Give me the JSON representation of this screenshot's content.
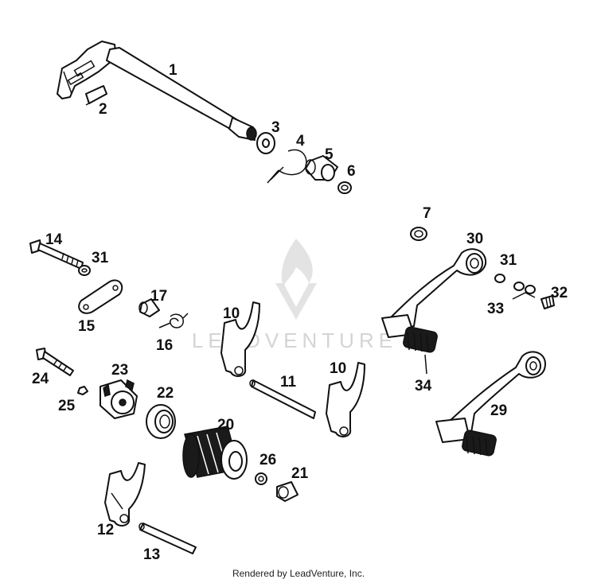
{
  "watermark": {
    "text": "LEADVENTURE"
  },
  "footer": {
    "text": "Rendered by LeadVenture, Inc."
  },
  "parts": [
    {
      "id": "1"
    },
    {
      "id": "2"
    },
    {
      "id": "3"
    },
    {
      "id": "4"
    },
    {
      "id": "5"
    },
    {
      "id": "6"
    },
    {
      "id": "7"
    },
    {
      "id": "30"
    },
    {
      "id": "31"
    },
    {
      "id": "32"
    },
    {
      "id": "33"
    },
    {
      "id": "34"
    },
    {
      "id": "29"
    },
    {
      "id": "14"
    },
    {
      "id": "31"
    },
    {
      "id": "15"
    },
    {
      "id": "17"
    },
    {
      "id": "16"
    },
    {
      "id": "10"
    },
    {
      "id": "11"
    },
    {
      "id": "10"
    },
    {
      "id": "24"
    },
    {
      "id": "23"
    },
    {
      "id": "25"
    },
    {
      "id": "22"
    },
    {
      "id": "20"
    },
    {
      "id": "26"
    },
    {
      "id": "21"
    },
    {
      "id": "12"
    },
    {
      "id": "13"
    }
  ]
}
